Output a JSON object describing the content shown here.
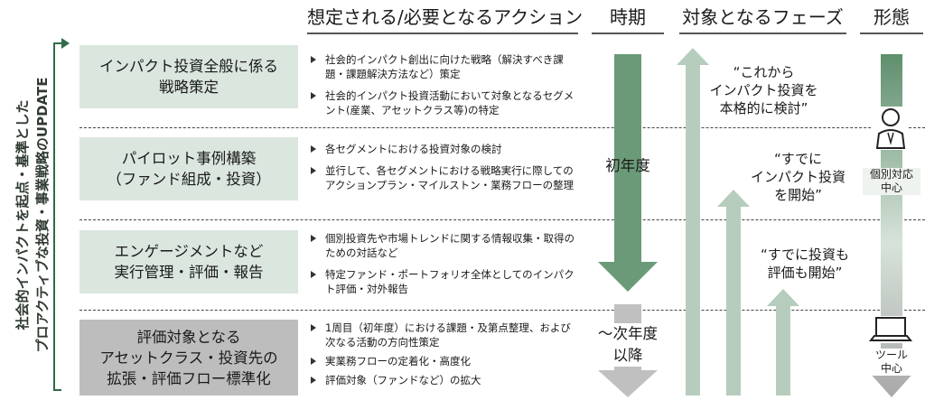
{
  "headers": {
    "actions": "想定される/必要となるアクション",
    "period": "時期",
    "phase": "対象となるフェーズ",
    "form": "形態"
  },
  "side_label": {
    "line1": "社会的インパクトを起点・基準とした",
    "line2": "プロアクティブな投資・事業戦略のUPDATE"
  },
  "stages": [
    {
      "l1": "インパクト投資全般に係る",
      "l2": "戦略策定",
      "l3": ""
    },
    {
      "l1": "パイロット事例構築",
      "l2": "（ファンド組成・投資）",
      "l3": ""
    },
    {
      "l1": "エンゲージメントなど",
      "l2": "実行管理・評価・報告",
      "l3": ""
    },
    {
      "l1": "評価対象となる",
      "l2": "アセットクラス・投資先の",
      "l3": "拡張・評価フロー標準化"
    }
  ],
  "actions": [
    [
      "社会的インパクト創出に向けた戦略（解決すべき課題・課題解決方法など）策定",
      "社会的インパクト投資活動において対象となるセグメント(産業、アセットクラス等)の特定"
    ],
    [
      "各セグメントにおける投資対象の検討",
      "並行して、各セグメントにおける戦略実行に際してのアクションプラン・マイルストン・業務フローの整理"
    ],
    [
      "個別投資先や市場トレンドに関する情報収集・取得のための対話など",
      "特定ファンド・ポートフォリオ全体としてのインパクト評価・対外報告"
    ],
    [
      "1周目（初年度）における課題・及第点整理、および次なる活動の方向性策定",
      "実業務フローの定着化・高度化",
      "評価対象（ファンドなど）の拡大"
    ]
  ],
  "periods": {
    "first": "初年度",
    "next_l1": "～次年度",
    "next_l2": "以降"
  },
  "phases": [
    {
      "l1": "“これから",
      "l2": "インパクト投資を",
      "l3": "本格的に検討”"
    },
    {
      "l1": "“すでに",
      "l2": "インパクト投資",
      "l3": "を開始”"
    },
    {
      "l1": "“すでに投資も",
      "l2": "評価も開始”",
      "l3": ""
    }
  ],
  "forms": {
    "individual_l1": "個別対応",
    "individual_l2": "中心",
    "tool_l1": "ツール",
    "tool_l2": "中心"
  },
  "colors": {
    "dark_green": "#6b9a79",
    "light_green": "#b6cdbd",
    "gray_arrow": "#c0c0c0",
    "box_green": "#dbe6df",
    "box_gray": "#bdbdbd"
  }
}
